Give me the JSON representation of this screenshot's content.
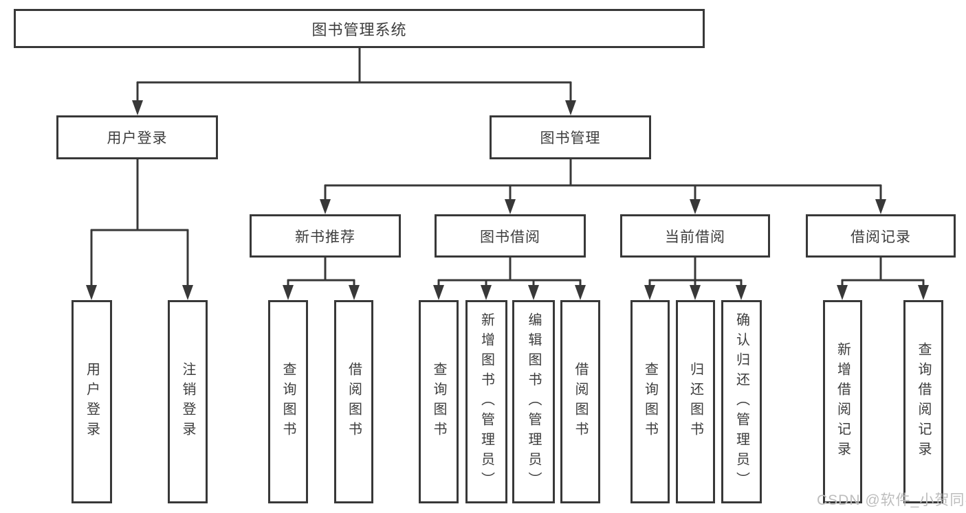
{
  "colors": {
    "line": "#383838",
    "box_border": "#383838",
    "text": "#3d3d3d",
    "watermark": "#bdbdbd",
    "background": "#ffffff"
  },
  "diagram": {
    "root": "图书管理系统",
    "user_login": {
      "label": "用户登录",
      "children": [
        "用户登录",
        "注销登录"
      ]
    },
    "book_mgmt": {
      "label": "图书管理",
      "sections": [
        {
          "label": "新书推荐",
          "children": [
            "查询图书",
            "借阅图书"
          ]
        },
        {
          "label": "图书借阅",
          "children": [
            "查询图书",
            "新增图书（管理员）",
            "编辑图书（管理员）",
            "借阅图书"
          ]
        },
        {
          "label": "当前借阅",
          "children": [
            "查询图书",
            "归还图书",
            "确认归还（管理员）"
          ]
        },
        {
          "label": "借阅记录",
          "children": [
            "新增借阅记录",
            "查询借阅记录"
          ]
        }
      ]
    }
  },
  "watermark": "CSDN @软件_小贺同学"
}
